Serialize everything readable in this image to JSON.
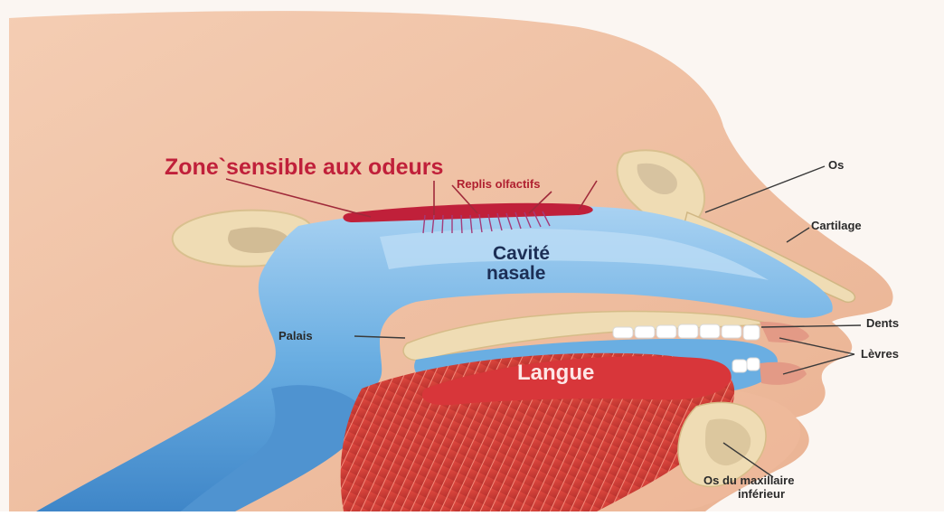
{
  "labels": {
    "smell_zone": "Zone`sensible aux odeurs",
    "olfactory_folds": "Replis olfactifs",
    "bone": "Os",
    "cartilage": "Cartilage",
    "nasal_cavity_line1": "Cavité",
    "nasal_cavity_line2": "nasale",
    "palate": "Palais",
    "teeth": "Dents",
    "lips": "Lèvres",
    "tongue": "Langue",
    "jaw_line1": "Os du maxillaire",
    "jaw_line2": "inférieur"
  },
  "colors": {
    "skin": "#f2c3a6",
    "skin_dark": "#e8ad8c",
    "cavity_blue": "#5a9fd8",
    "cavity_light": "#9fcaee",
    "bone": "#efdcb4",
    "tongue_red": "#d8363a",
    "muscle_red": "#c8443a",
    "smell_zone_red": "#c0203a"
  }
}
